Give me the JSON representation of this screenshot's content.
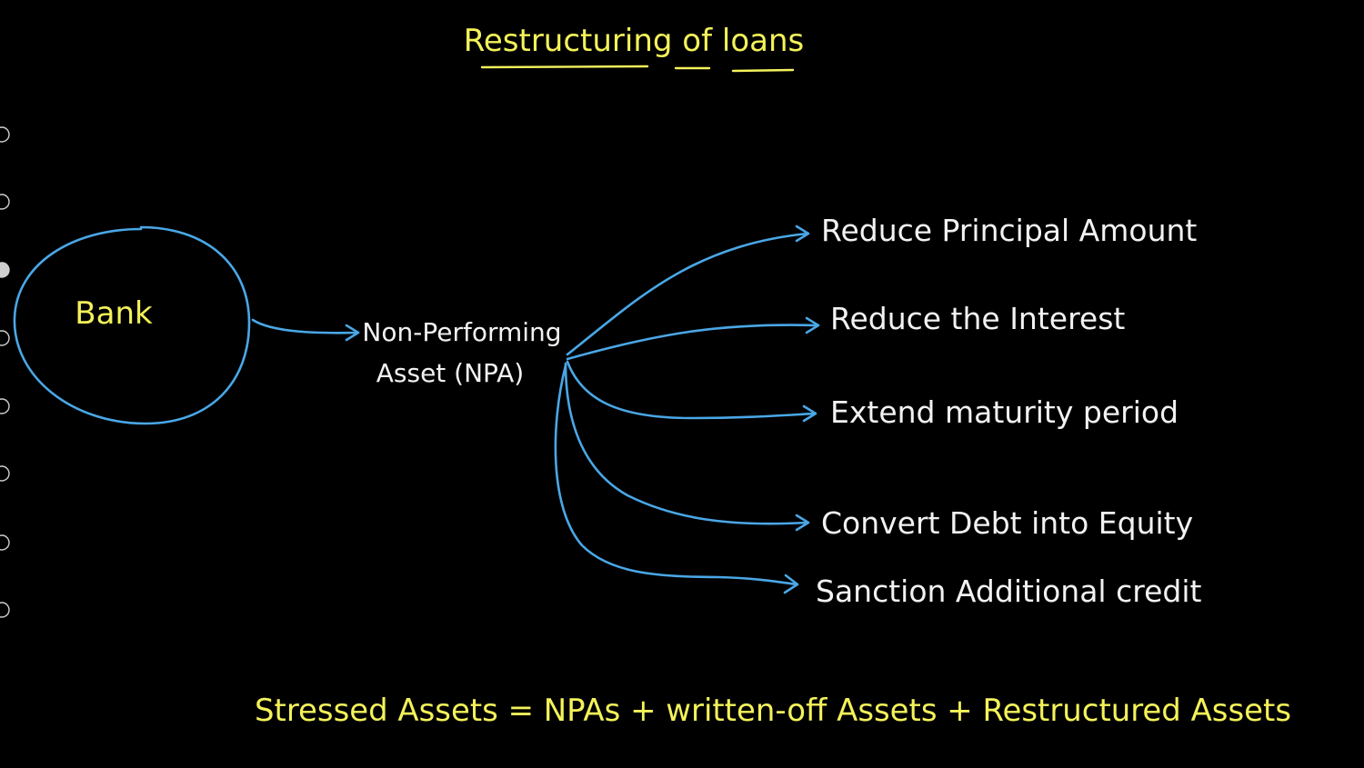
{
  "title": "Restructuring of loans",
  "bank_label": "Bank",
  "npa_label_line1": "Non-Performing",
  "npa_label_line2": "Asset (NPA)",
  "options": [
    "Reduce Principal Amount",
    "Reduce the Interest",
    "Extend maturity period",
    "Convert Debt into Equity",
    "Sanction Additional credit"
  ],
  "formula": "Stressed Assets = NPAs + written-off Assets + Restructured Assets",
  "colors": {
    "background": "#000000",
    "title": "#f4f25a",
    "bank_text": "#f4f25a",
    "body_text": "#f2f2f2",
    "formula_text": "#f4f25a",
    "lines": "#4aa7e6"
  },
  "left_toolbar_icons": [
    "tool-icon-1",
    "tool-icon-2",
    "tool-icon-3",
    "tool-icon-4",
    "tool-icon-5",
    "tool-icon-6",
    "tool-icon-7",
    "tool-icon-8"
  ]
}
